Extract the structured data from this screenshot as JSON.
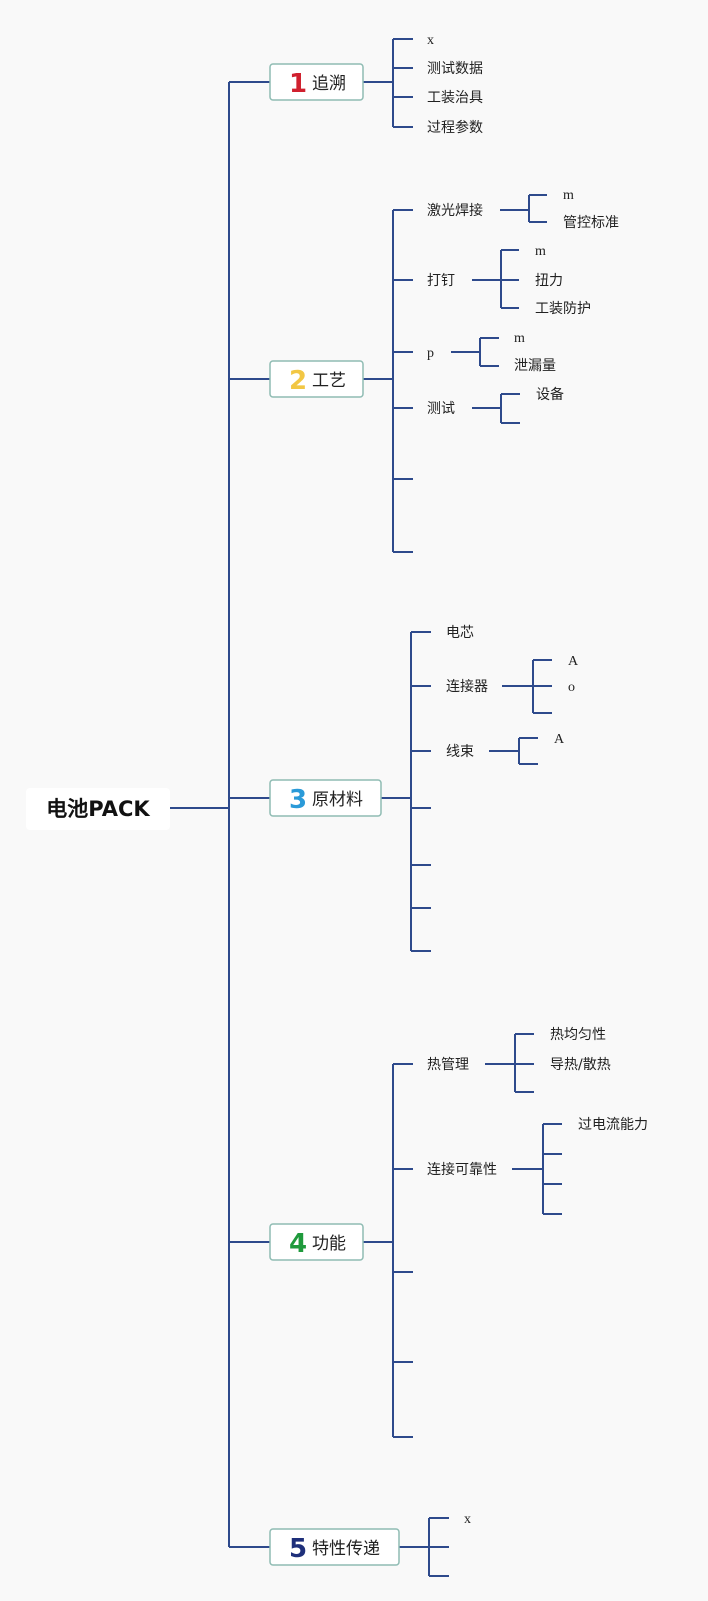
{
  "root": {
    "label": "电池PACK"
  },
  "line_color": "#2e4a8c",
  "topics": [
    {
      "number": "1",
      "number_color": "#d0202e",
      "label": "追溯",
      "children": [
        {
          "label": "x"
        },
        {
          "label": "测试数据"
        },
        {
          "label": "工装治具"
        },
        {
          "label": "过程参数"
        }
      ]
    },
    {
      "number": "2",
      "number_color": "#f2c744",
      "label": "工艺",
      "children": [
        {
          "label": "激光焊接",
          "children": [
            {
              "label": "m"
            },
            {
              "label": "管控标准"
            }
          ]
        },
        {
          "label": "打钉",
          "children": [
            {
              "label": "m"
            },
            {
              "label": "扭力"
            },
            {
              "label": "工装防护"
            }
          ]
        },
        {
          "label": "p",
          "children": [
            {
              "label": "m"
            },
            {
              "label": "泄漏量"
            }
          ]
        },
        {
          "label": "测试",
          "children": [
            {
              "label": "设备"
            },
            {
              "label": ""
            }
          ]
        },
        {
          "label": ""
        },
        {
          "label": ""
        }
      ]
    },
    {
      "number": "3",
      "number_color": "#2a9ad8",
      "label": "原材料",
      "children": [
        {
          "label": "电芯"
        },
        {
          "label": "连接器",
          "children": [
            {
              "label": "A"
            },
            {
              "label": "o"
            },
            {
              "label": ""
            }
          ]
        },
        {
          "label": "线束",
          "children": [
            {
              "label": "A"
            },
            {
              "label": ""
            }
          ]
        },
        {
          "label": ""
        },
        {
          "label": ""
        },
        {
          "label": ""
        },
        {
          "label": ""
        }
      ]
    },
    {
      "number": "4",
      "number_color": "#1f9a3c",
      "label": "功能",
      "children": [
        {
          "label": "热管理",
          "children": [
            {
              "label": "热均匀性"
            },
            {
              "label": "导热/散热"
            },
            {
              "label": ""
            }
          ]
        },
        {
          "label": "连接可靠性",
          "children": [
            {
              "label": "过电流能力"
            },
            {
              "label": ""
            },
            {
              "label": ""
            },
            {
              "label": ""
            }
          ]
        },
        {
          "label": ""
        },
        {
          "label": ""
        },
        {
          "label": ""
        }
      ]
    },
    {
      "number": "5",
      "number_color": "#1e2f7a",
      "label": "特性传递",
      "children": [
        {
          "label": "x"
        },
        {
          "label": ""
        },
        {
          "label": ""
        }
      ]
    }
  ]
}
